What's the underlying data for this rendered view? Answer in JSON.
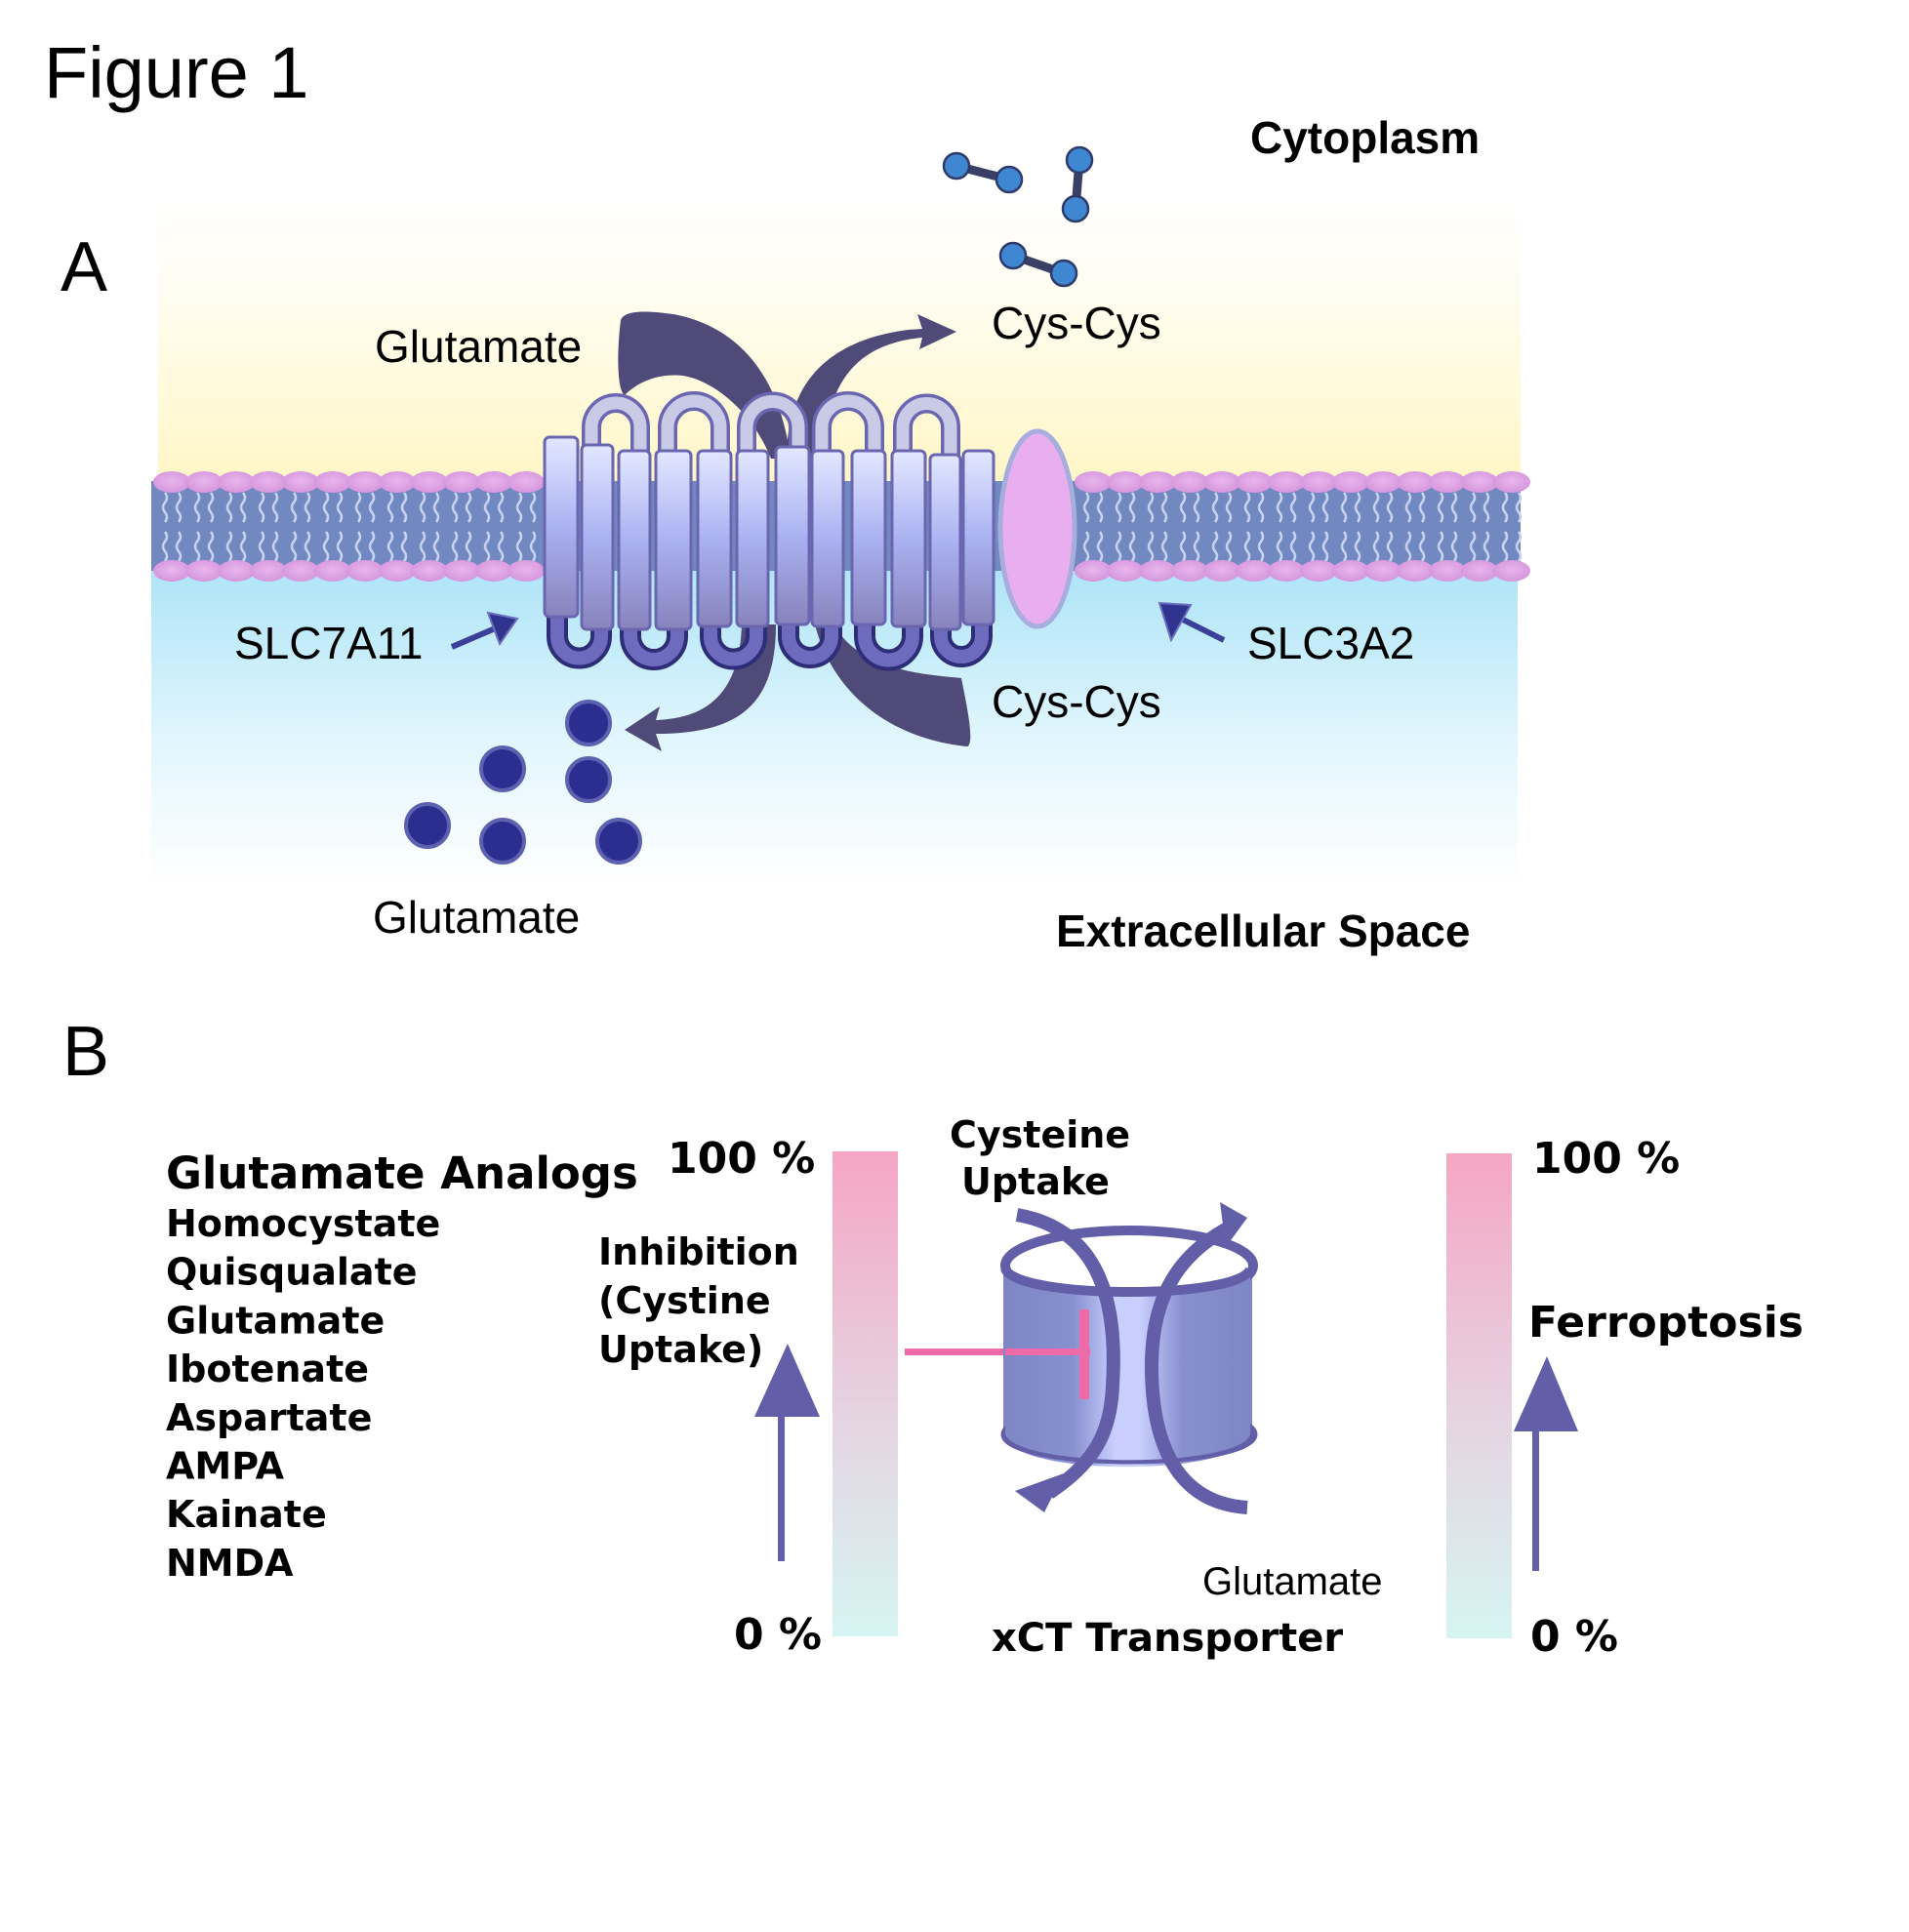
{
  "figure": {
    "title": "Figure 1"
  },
  "panel_a": {
    "label": "A",
    "compartments": {
      "top": "Cytoplasm",
      "bottom": "Extracellular Space"
    },
    "labels": {
      "glutamate_top": "Glutamate",
      "cystine_top": "Cys-Cys",
      "slc7a11": "SLC7A11",
      "slc3a2": "SLC3A2",
      "cystine_bottom": "Cys-Cys",
      "glutamate_bottom": "Glutamate"
    },
    "icons": {
      "cystine_molecule": "dumbbell-molecule-icon",
      "glutamate_molecule": "filled-circle-icon",
      "transporter": "transmembrane-helix-bundle",
      "heavy_chain": "pink-ellipse"
    },
    "colors": {
      "cytoplasm": "#fff8cc",
      "extracellular": "#b3e6f7",
      "membrane": "#7189c0",
      "lipid_head": "#dca0e0",
      "helix_top": "#dfe6ff",
      "helix_mid": "#aab0f0",
      "helix_bottom": "#8a88c0",
      "helix_stroke": "#6a66b0",
      "flux_arrow": "#4f4a78",
      "slc3a2_fill": "#e8aef0",
      "cystine_fill": "#3f87d0",
      "glutamate_fill": "#2b2d8f"
    }
  },
  "panel_b": {
    "label": "B",
    "analogs": {
      "title": "Glutamate Analogs",
      "items": [
        "Homocystate",
        "Quisqualate",
        "Glutamate",
        "Ibotenate",
        "Aspartate",
        "AMPA",
        "Kainate",
        "NMDA"
      ]
    },
    "left_scale": {
      "top_label": "100 %",
      "bottom_label": "0 %",
      "title_lines": [
        "Inhibition",
        "(Cystine",
        "Uptake)"
      ]
    },
    "transporter": {
      "top_label_lines": [
        "Cysteine",
        "Uptake"
      ],
      "bottom_right_label": "Glutamate",
      "caption": "xCT Transporter"
    },
    "right_scale": {
      "top_label": "100 %",
      "bottom_label": "0 %",
      "title": "Ferroptosis"
    },
    "colors": {
      "scale_top": "#f5a6c4",
      "scale_mid": "#e3d6e2",
      "scale_bottom": "#d6f5f2",
      "arrow": "#625fa8",
      "inhibition_bar": "#ef6aa8",
      "cylinder": "#8188c8",
      "cylinder_light": "#c9d0ff",
      "cylinder_stroke": "#625fa8"
    }
  }
}
